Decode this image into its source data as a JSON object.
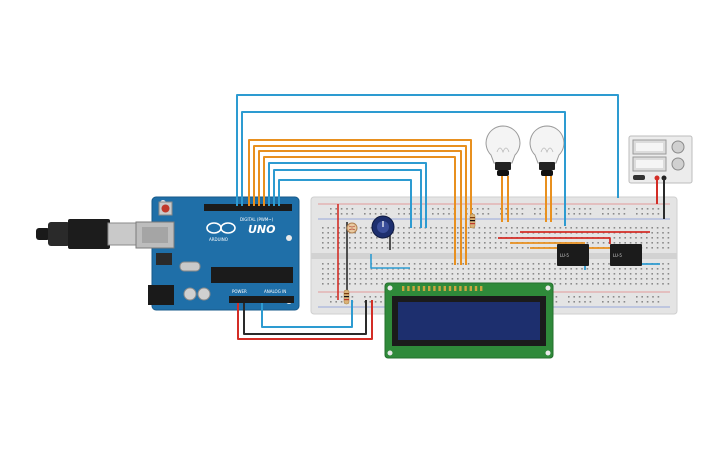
{
  "board": {
    "brand": "ARDUINO",
    "model": "UNO",
    "digital_header_label": "DIGITAL (PWM~)",
    "power_header_label": "POWER",
    "analog_header_label": "ANALOG IN"
  },
  "relays": [
    {
      "label": "LU-5"
    },
    {
      "label": "LU-5"
    }
  ],
  "colors": {
    "board_blue": "#1f6fa8",
    "wire_blue": "#2d9bd1",
    "wire_orange": "#e8901f",
    "wire_red": "#d32d26",
    "wire_black": "#2a2a2a",
    "lcd_pcb": "#2f8a3a",
    "lcd_screen": "#1d2f6e"
  }
}
